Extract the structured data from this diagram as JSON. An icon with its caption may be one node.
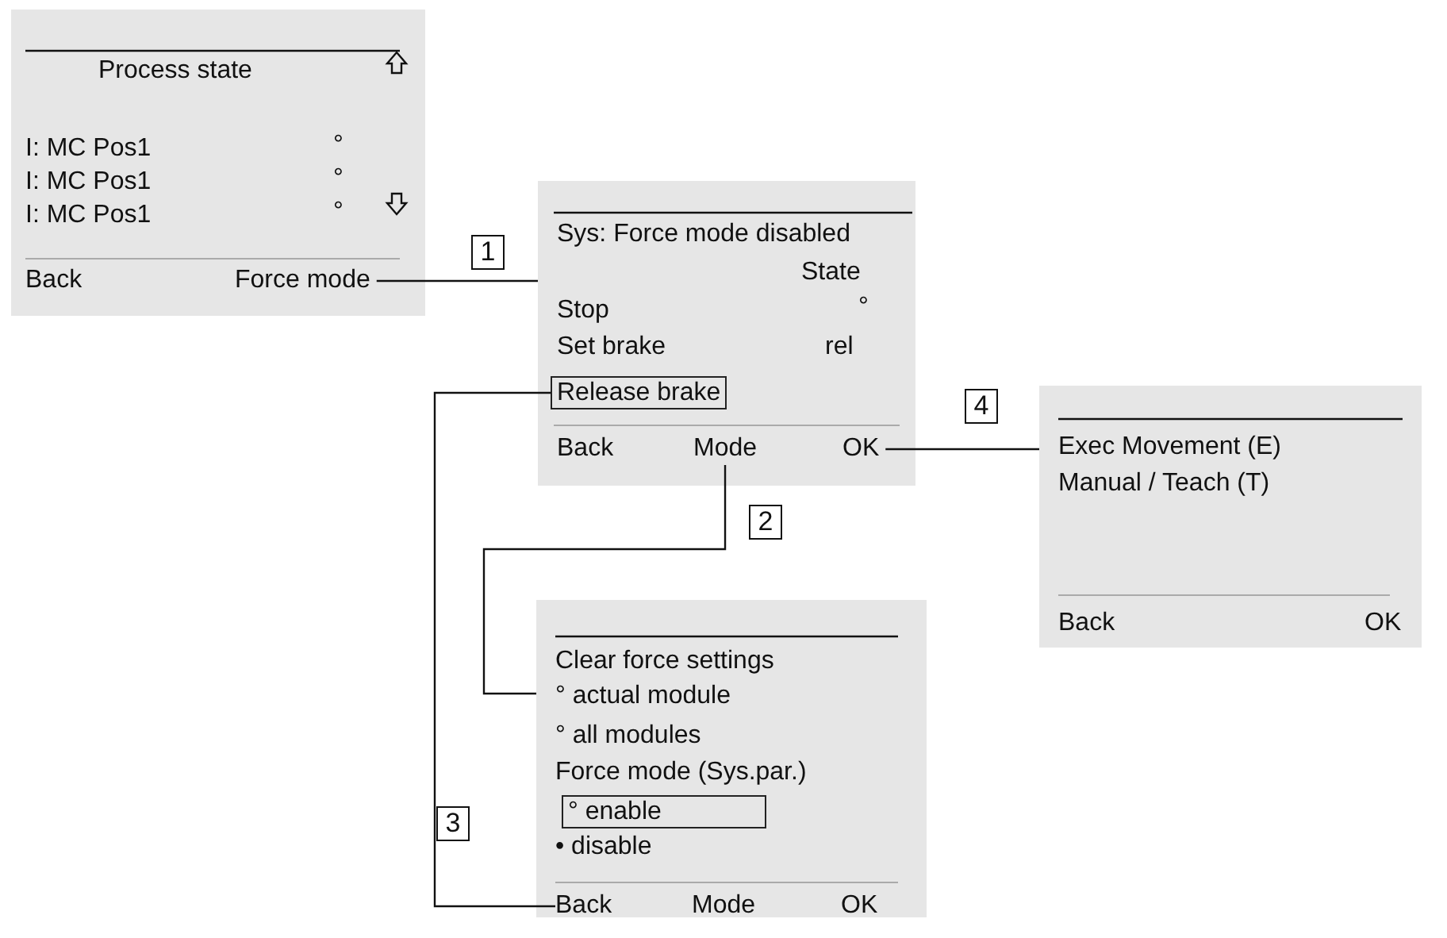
{
  "diagram": {
    "nodes": [
      {
        "text": [
          "Process state",
          "I: MC Pos1",
          "°",
          "I: MC Pos1",
          "°",
          "I: MC Pos1",
          "°",
          "Back"
        ]
      },
      {
        "text": [
          "Force mode"
        ],
        "in": 0
      },
      {
        "text": [
          "Sys: Force mode disabled",
          "State",
          "Stop",
          "°",
          "Set brake",
          "rel",
          "Back"
        ]
      },
      {
        "text": [
          "Release brake"
        ],
        "in": 2
      },
      {
        "text": [
          "Mode"
        ],
        "in": 2
      },
      {
        "text": [
          "OK"
        ],
        "in": 2
      },
      {
        "text": [
          "Clear force settings",
          "° actual module",
          "° all modules",
          "Force mode (Sys.par.)",
          "• disable",
          "Mode",
          "OK"
        ]
      },
      {
        "text": [
          "° enable"
        ],
        "in": 6
      },
      {
        "text": [
          "Back"
        ],
        "in": 6
      },
      {
        "text": [
          "Exec Movement (E)",
          "Manual / Teach (T)",
          "Back",
          "OK"
        ]
      }
    ],
    "edges": [
      {
        "from": 1,
        "to": 2,
        "arrow": "none",
        "label": "1"
      },
      {
        "from": 4,
        "to": 6,
        "arrow": "none",
        "label": "2"
      },
      {
        "from": 8,
        "to": 3,
        "arrow": "none",
        "label": "3"
      },
      {
        "from": 5,
        "to": 9,
        "arrow": "none",
        "label": "4"
      }
    ]
  }
}
